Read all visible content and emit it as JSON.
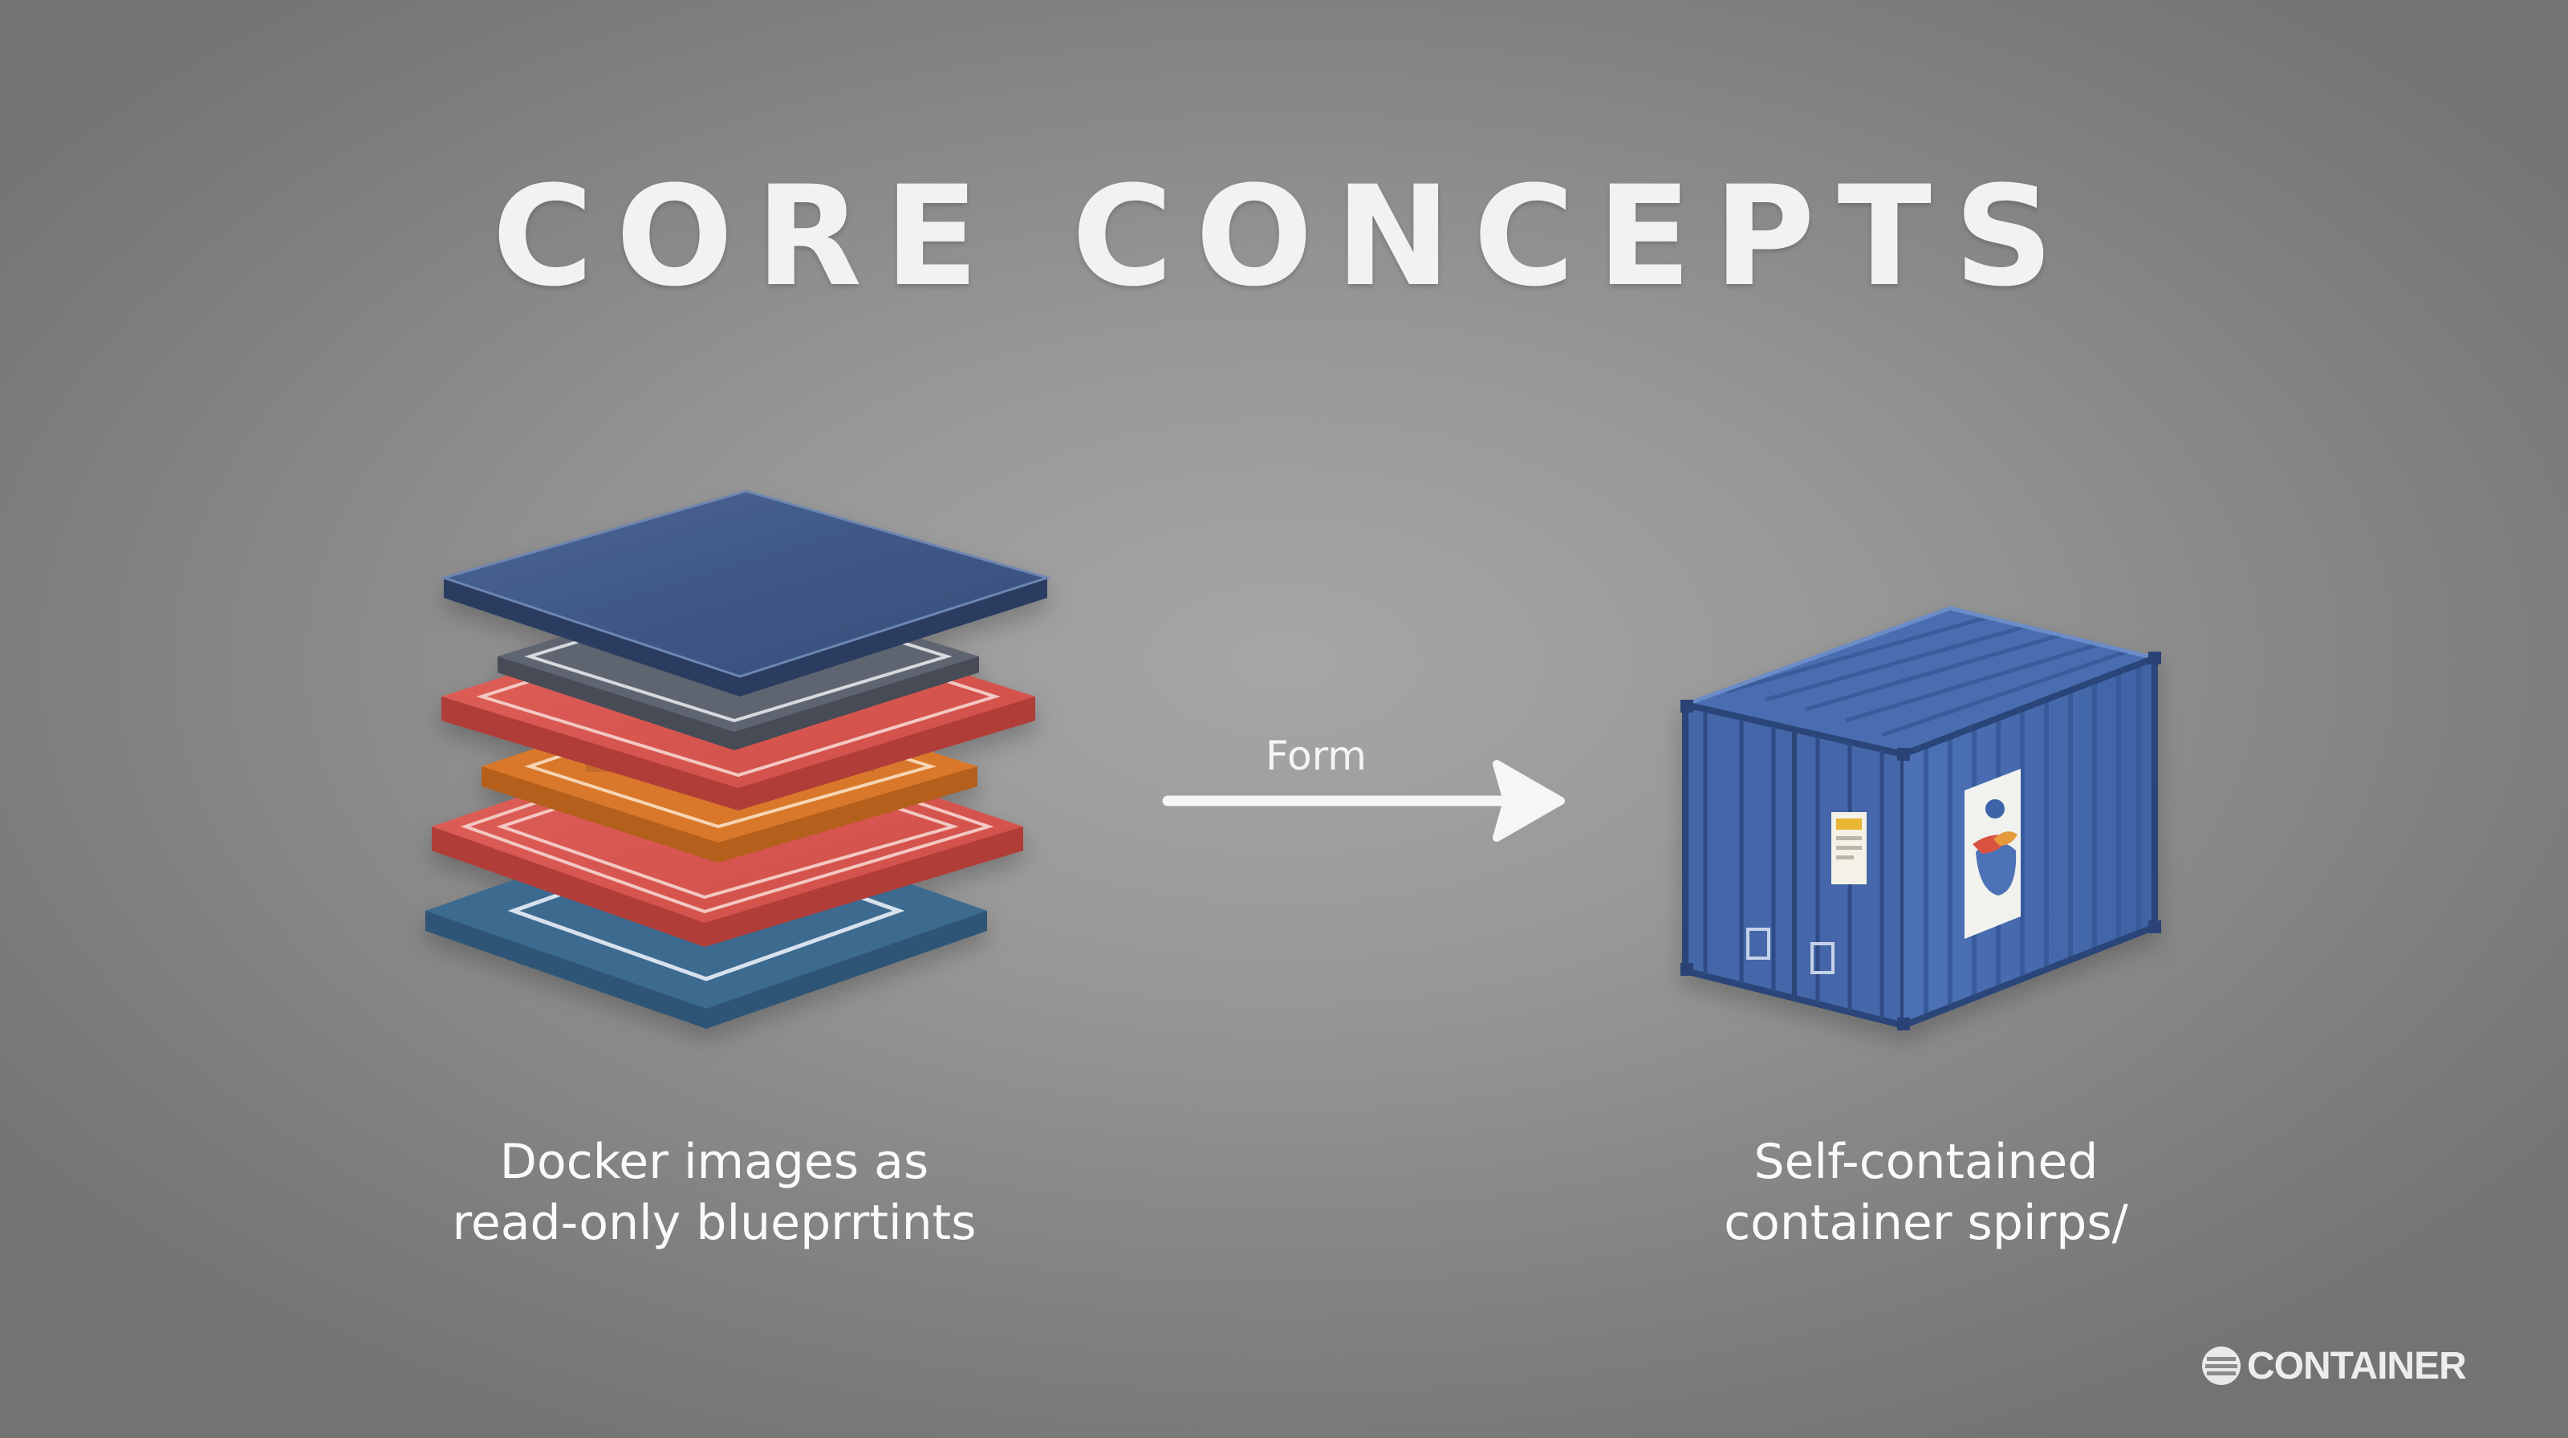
{
  "title": "CORE CONCEPTS",
  "arrow": {
    "label": "Form"
  },
  "left_caption": {
    "line1": "Docker images as",
    "line2": "read-only blueprrtints"
  },
  "right_caption": {
    "line1": "Self-contained",
    "line2": "container spirps/"
  },
  "brand": {
    "text": "CONTAINER",
    "icon": "stacked-layers-logo-icon"
  },
  "colors": {
    "background": "#979797",
    "layer_navy": "#3d5581",
    "layer_red": "#d5554f",
    "layer_orange": "#d9782c",
    "layer_gray": "#5f6570",
    "layer_teal": "#3e6a8f",
    "container_blue": "#4667ad",
    "text": "#f2f2f2"
  }
}
